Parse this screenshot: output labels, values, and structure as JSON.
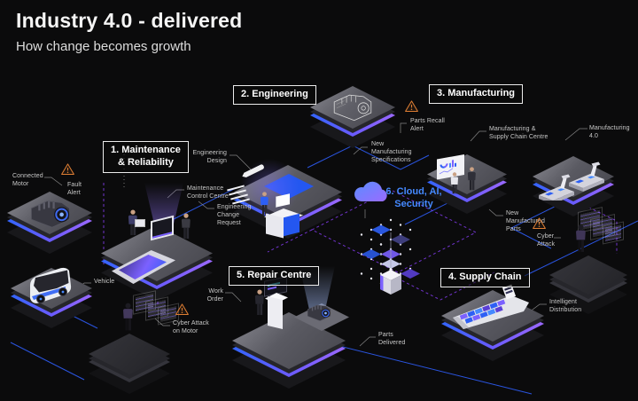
{
  "header": {
    "title": "Industry 4.0 - delivered",
    "subtitle": "How change becomes growth"
  },
  "stations": {
    "maintenance": {
      "label": "1. Maintenance\n& Reliability"
    },
    "engineering": {
      "label": "2. Engineering"
    },
    "manufacturing": {
      "label": "3. Manufacturing"
    },
    "supply_chain": {
      "label": "4. Supply Chain"
    },
    "repair": {
      "label": "5. Repair Centre"
    },
    "cloud": {
      "label": "6. Cloud, AI,\nSecurity"
    }
  },
  "annotations": {
    "connected_motor": {
      "text": "Connected\nMotor"
    },
    "fault_alert": {
      "text": "Fault\nAlert",
      "warning": true
    },
    "maintenance_control_centre": {
      "text": "Maintenance\nControl Centre"
    },
    "engineering_design": {
      "text": "Engineering\nDesign"
    },
    "engineering_change_request": {
      "text": "Engineering\nChange\nRequest"
    },
    "new_manufacturing_specifications": {
      "text": "New\nManufacturing\nSpecifications"
    },
    "parts_recall_alert": {
      "text": "Parts Recall\nAlert",
      "warning": true
    },
    "manufacturing_supply_chain_centre": {
      "text": "Manufacturing &\nSupply Chain Centre"
    },
    "manufacturing_4_0": {
      "text": "Manufacturing 4.0"
    },
    "new_manufactured_parts": {
      "text": "New\nManufactured\nParts"
    },
    "cyber_attack": {
      "text": "Cyber\nAttack",
      "warning": true
    },
    "intelligent_distribution": {
      "text": "Intelligent\nDistribution"
    },
    "work_order": {
      "text": "Work\nOrder"
    },
    "parts_delivered": {
      "text": "Parts\nDelivered"
    },
    "vehicle": {
      "text": "Vehicle"
    },
    "cyber_attack_on_motor": {
      "text": "Cyber Attack\non Motor",
      "warning": true
    }
  },
  "icons": {
    "warning": "triangle-exclamation",
    "cloud": "cloud",
    "cube_lattice": "data-cube-grid",
    "engine": "connected-motor-engine",
    "engine_wireframe": "engine-blueprint",
    "ship": "cargo-ship",
    "bus": "autonomous-shuttle",
    "robot_arms": "assembly-robots",
    "pen": "design-pen"
  },
  "colors": {
    "background": "#0b0b0c",
    "title": "#f5f5f5",
    "subtitle": "#dcdcdc",
    "accent_blue": "#4589ff",
    "line_blue": "#2e5cf6",
    "line_purple": "#8a3ffc",
    "warning_orange": "#dd7d33",
    "annotation_gray": "#c8c8c8",
    "platform_edge_blue": "#2f66ff",
    "platform_edge_purple": "#a06aff"
  }
}
